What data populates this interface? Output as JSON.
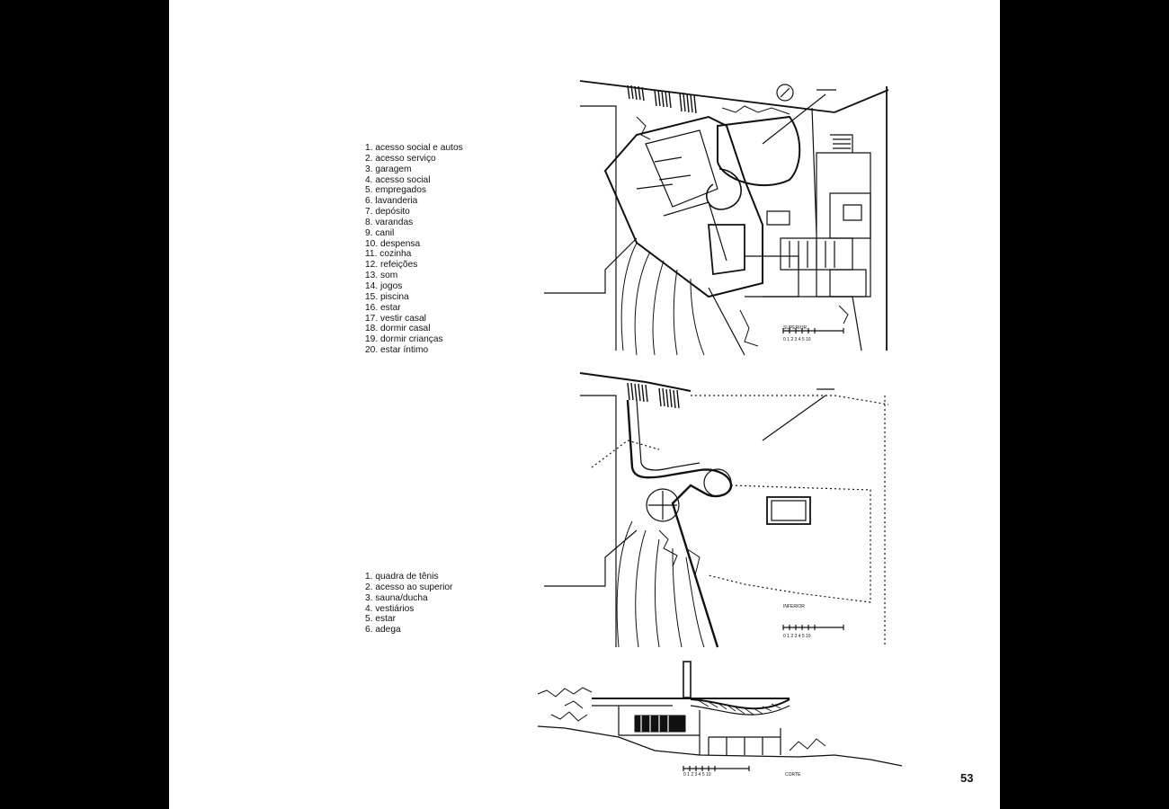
{
  "page": {
    "number": "53"
  },
  "upper_plan": {
    "legend": [
      "1. acesso social e autos",
      "2. acesso serviço",
      "3. garagem",
      "4. acesso social",
      "5. empregados",
      "6. lavanderia",
      "7. depósito",
      "8. varandas",
      "9. canil",
      "10. despensa",
      "11. cozinha",
      "12. refeições",
      "13. som",
      "14. jogos",
      "15. piscina",
      "16. estar",
      "17. vestir casal",
      "18. dormir casal",
      "19. dormir crianças",
      "20. estar íntimo"
    ],
    "label": "SUPERIOR",
    "scale": "0 1 2 3 4 5        10"
  },
  "lower_plan": {
    "legend": [
      "1. quadra de tênis",
      "2. acesso ao superior",
      "3. sauna/ducha",
      "4. vestiários",
      "5. estar",
      "6. adega"
    ],
    "label": "INFERIOR",
    "scale": "0 1 2 3 4 5        10"
  },
  "section": {
    "label": "CORTE",
    "scale": "0 1 2 3 4 5        10"
  }
}
